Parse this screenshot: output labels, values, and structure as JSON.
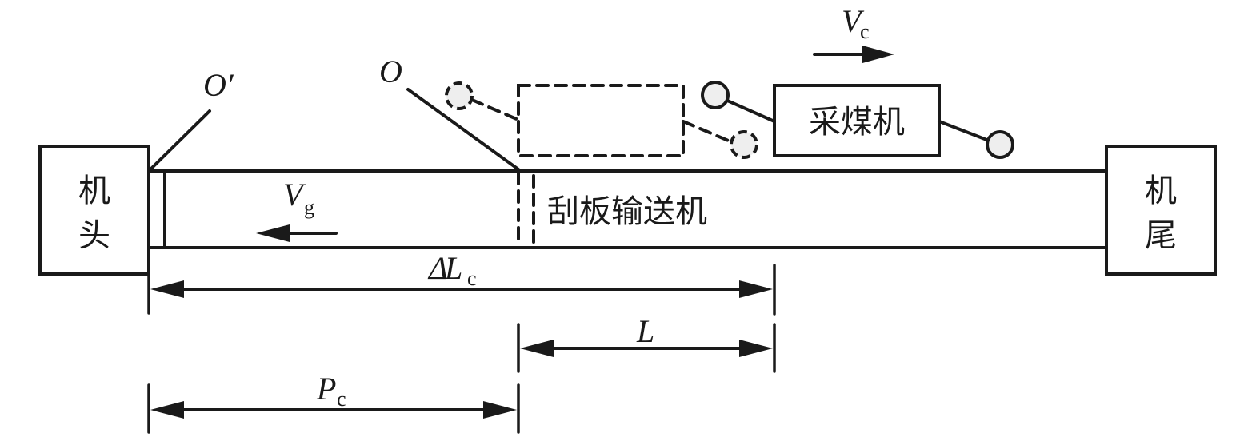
{
  "diagram": {
    "head_unit": {
      "line1": "机",
      "line2": "头"
    },
    "tail_unit": {
      "line1": "机",
      "line2": "尾"
    },
    "shearer": {
      "label": "采煤机"
    },
    "conveyor": {
      "label": "刮板输送机"
    },
    "points": {
      "origin": "O",
      "origin_prime": "O′"
    },
    "velocities": {
      "shearer": {
        "symbol": "V",
        "subscript": "c",
        "direction": "right"
      },
      "chain": {
        "symbol": "V",
        "subscript": "g",
        "direction": "left"
      }
    },
    "dimensions": {
      "delta_lc": {
        "prefix": "Δ",
        "symbol": "L",
        "subscript": "c"
      },
      "l": {
        "symbol": "L"
      },
      "pc": {
        "symbol": "P",
        "subscript": "c"
      }
    },
    "colors": {
      "stroke": "#1a1a1a",
      "drum_fill": "#eeeeee",
      "background": "#ffffff"
    }
  }
}
